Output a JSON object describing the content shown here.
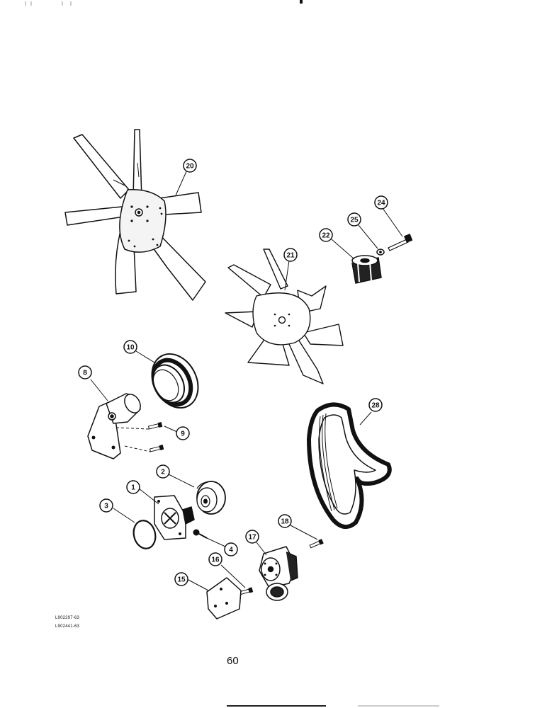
{
  "callouts": [
    {
      "id": "callout-20",
      "label": "20"
    },
    {
      "id": "callout-21",
      "label": "21"
    },
    {
      "id": "callout-22",
      "label": "22"
    },
    {
      "id": "callout-25",
      "label": "25"
    },
    {
      "id": "callout-24",
      "label": "24"
    },
    {
      "id": "callout-10",
      "label": "10"
    },
    {
      "id": "callout-8",
      "label": "8"
    },
    {
      "id": "callout-9",
      "label": "9"
    },
    {
      "id": "callout-28",
      "label": "28"
    },
    {
      "id": "callout-2",
      "label": "2"
    },
    {
      "id": "callout-1",
      "label": "1"
    },
    {
      "id": "callout-3",
      "label": "3"
    },
    {
      "id": "callout-4",
      "label": "4"
    },
    {
      "id": "callout-18",
      "label": "18"
    },
    {
      "id": "callout-17",
      "label": "17"
    },
    {
      "id": "callout-16",
      "label": "16"
    },
    {
      "id": "callout-15",
      "label": "15"
    }
  ],
  "references": {
    "ref_1": "L902297-63",
    "ref_2": "L902441-63"
  },
  "page_number": "60"
}
